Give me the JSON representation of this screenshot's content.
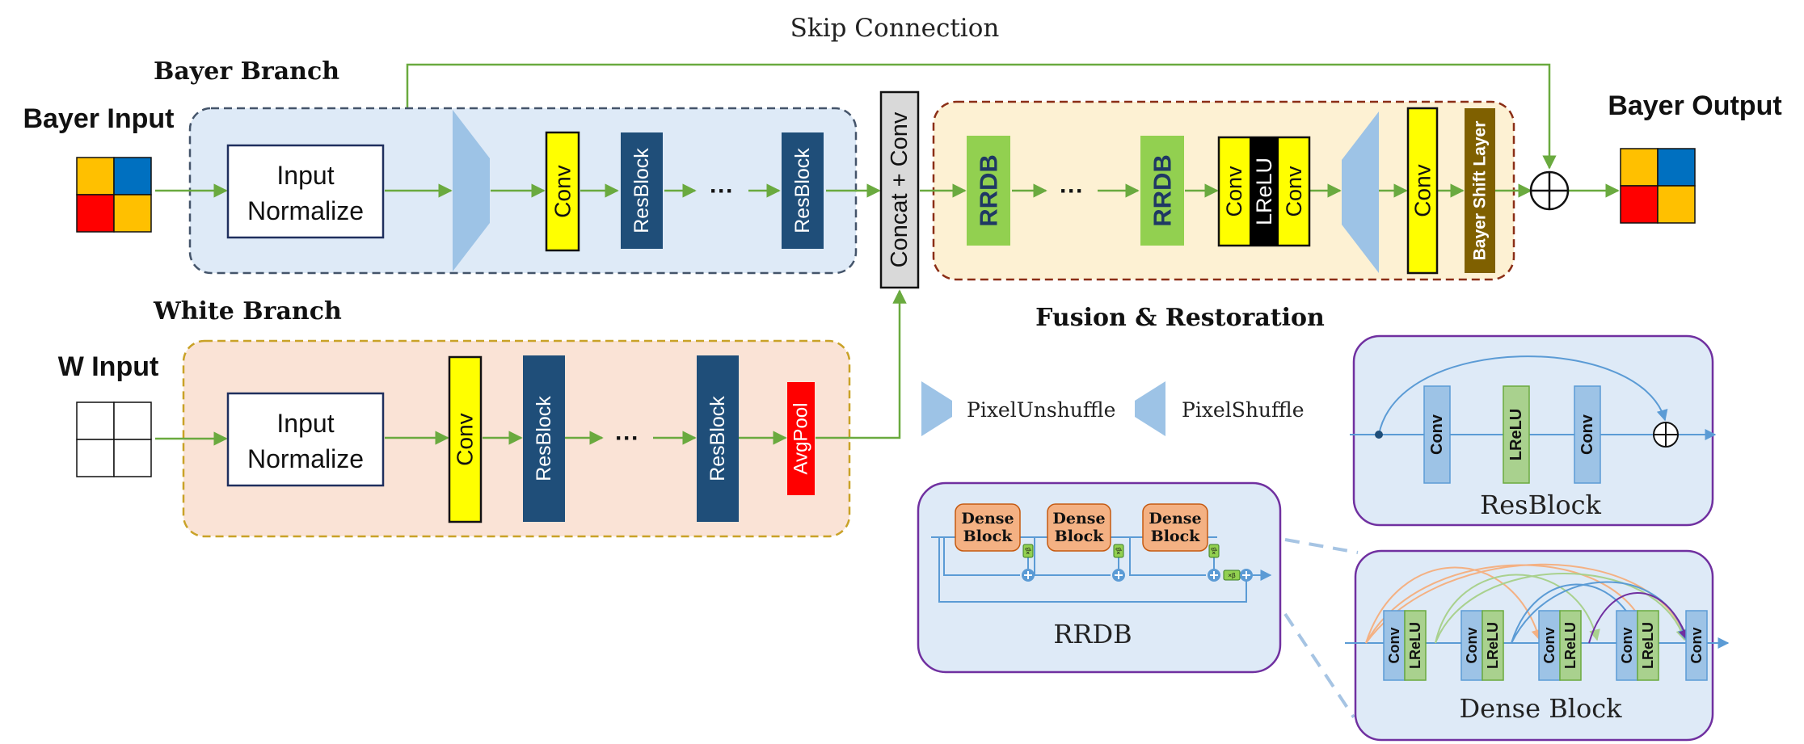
{
  "titles": {
    "skip": "Skip Connection",
    "bayer_branch": "Bayer Branch",
    "white_branch": "White Branch",
    "fusion": "Fusion & Restoration"
  },
  "io": {
    "bayer_input": "Bayer Input",
    "w_input": "W Input",
    "bayer_output": "Bayer Output"
  },
  "blocks": {
    "input_normalize_1": "Input",
    "input_normalize_2": "Normalize",
    "conv": "Conv",
    "resblock": "ResBlock",
    "ellipsis": "···",
    "avgpool": "AvgPool",
    "concat_conv": "Concat + Conv",
    "rrdb": "RRDB",
    "lrelu": "LReLU",
    "bayer_shift": "Bayer Shift Layer",
    "dense_1": "Dense",
    "dense_2": "Block",
    "beta": "×β"
  },
  "legend": {
    "pixel_unshuffle": "PixelUnshuffle",
    "pixel_shuffle": "PixelShuffle"
  },
  "insets": {
    "resblock": "ResBlock",
    "rrdb": "RRDB",
    "dense_block": "Dense Block"
  },
  "colors": {
    "green": "#6aaa3f",
    "bayer_panel": "#deeaf7",
    "white_panel": "#fae3d6",
    "fusion_panel": "#fdf1d3",
    "conv": "#ffff00",
    "resblock": "#1f4e79",
    "rrdb": "#92d050",
    "avgpool": "#ff0000",
    "bayer_shift": "#7f6000",
    "shuffle": "#9dc3e6",
    "inset_border": "#7030a0"
  }
}
